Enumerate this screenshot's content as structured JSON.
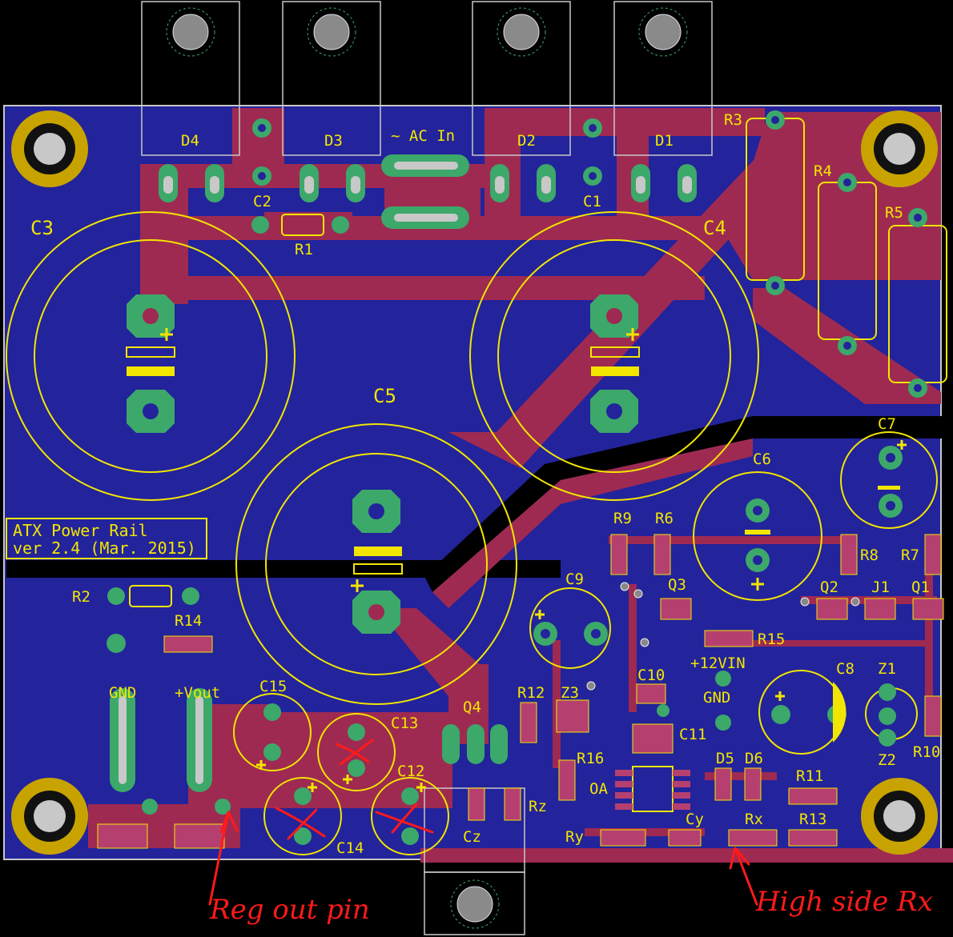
{
  "board": {
    "title_line1": "ATX Power Rail",
    "title_line2": "ver 2.4 (Mar. 2015)"
  },
  "labels": {
    "D4": "D4",
    "D3": "D3",
    "D2": "D2",
    "D1": "D1",
    "ac_in": "~ AC In",
    "C1": "C1",
    "C2": "C2",
    "C3": "C3",
    "C4": "C4",
    "C5": "C5",
    "C6": "C6",
    "C7": "C7",
    "C8": "C8",
    "C9": "C9",
    "C10": "C10",
    "C11": "C11",
    "C12": "C12",
    "C13": "C13",
    "C14": "C14",
    "C15": "C15",
    "R1": "R1",
    "R2": "R2",
    "R3": "R3",
    "R4": "R4",
    "R5": "R5",
    "R6": "R6",
    "R7": "R7",
    "R8": "R8",
    "R9": "R9",
    "R10": "R10",
    "R11": "R11",
    "R12": "R12",
    "R13": "R13",
    "R14": "R14",
    "R15": "R15",
    "R16": "R16",
    "Q1": "Q1",
    "Q2": "Q2",
    "Q3": "Q3",
    "Q4": "Q4",
    "J1": "J1",
    "Z1": "Z1",
    "Z2": "Z2",
    "Z3": "Z3",
    "D5": "D5",
    "D6": "D6",
    "OA": "OA",
    "Cy": "Cy",
    "Cz": "Cz",
    "Rx": "Rx",
    "Ry": "Ry",
    "Rz": "Rz",
    "GND1": "GND",
    "Vout": "+Vout",
    "V12IN": "+12VIN",
    "GND2": "GND"
  },
  "annotations": {
    "reg_out": "Reg out pin",
    "high_side": "High side Rx"
  },
  "colors": {
    "background": "#000000",
    "board": "#23239b",
    "copper": "#9e2a52",
    "silk": "#f2e600",
    "pad": "#3ca86a",
    "annotation": "#ff1a1a"
  }
}
